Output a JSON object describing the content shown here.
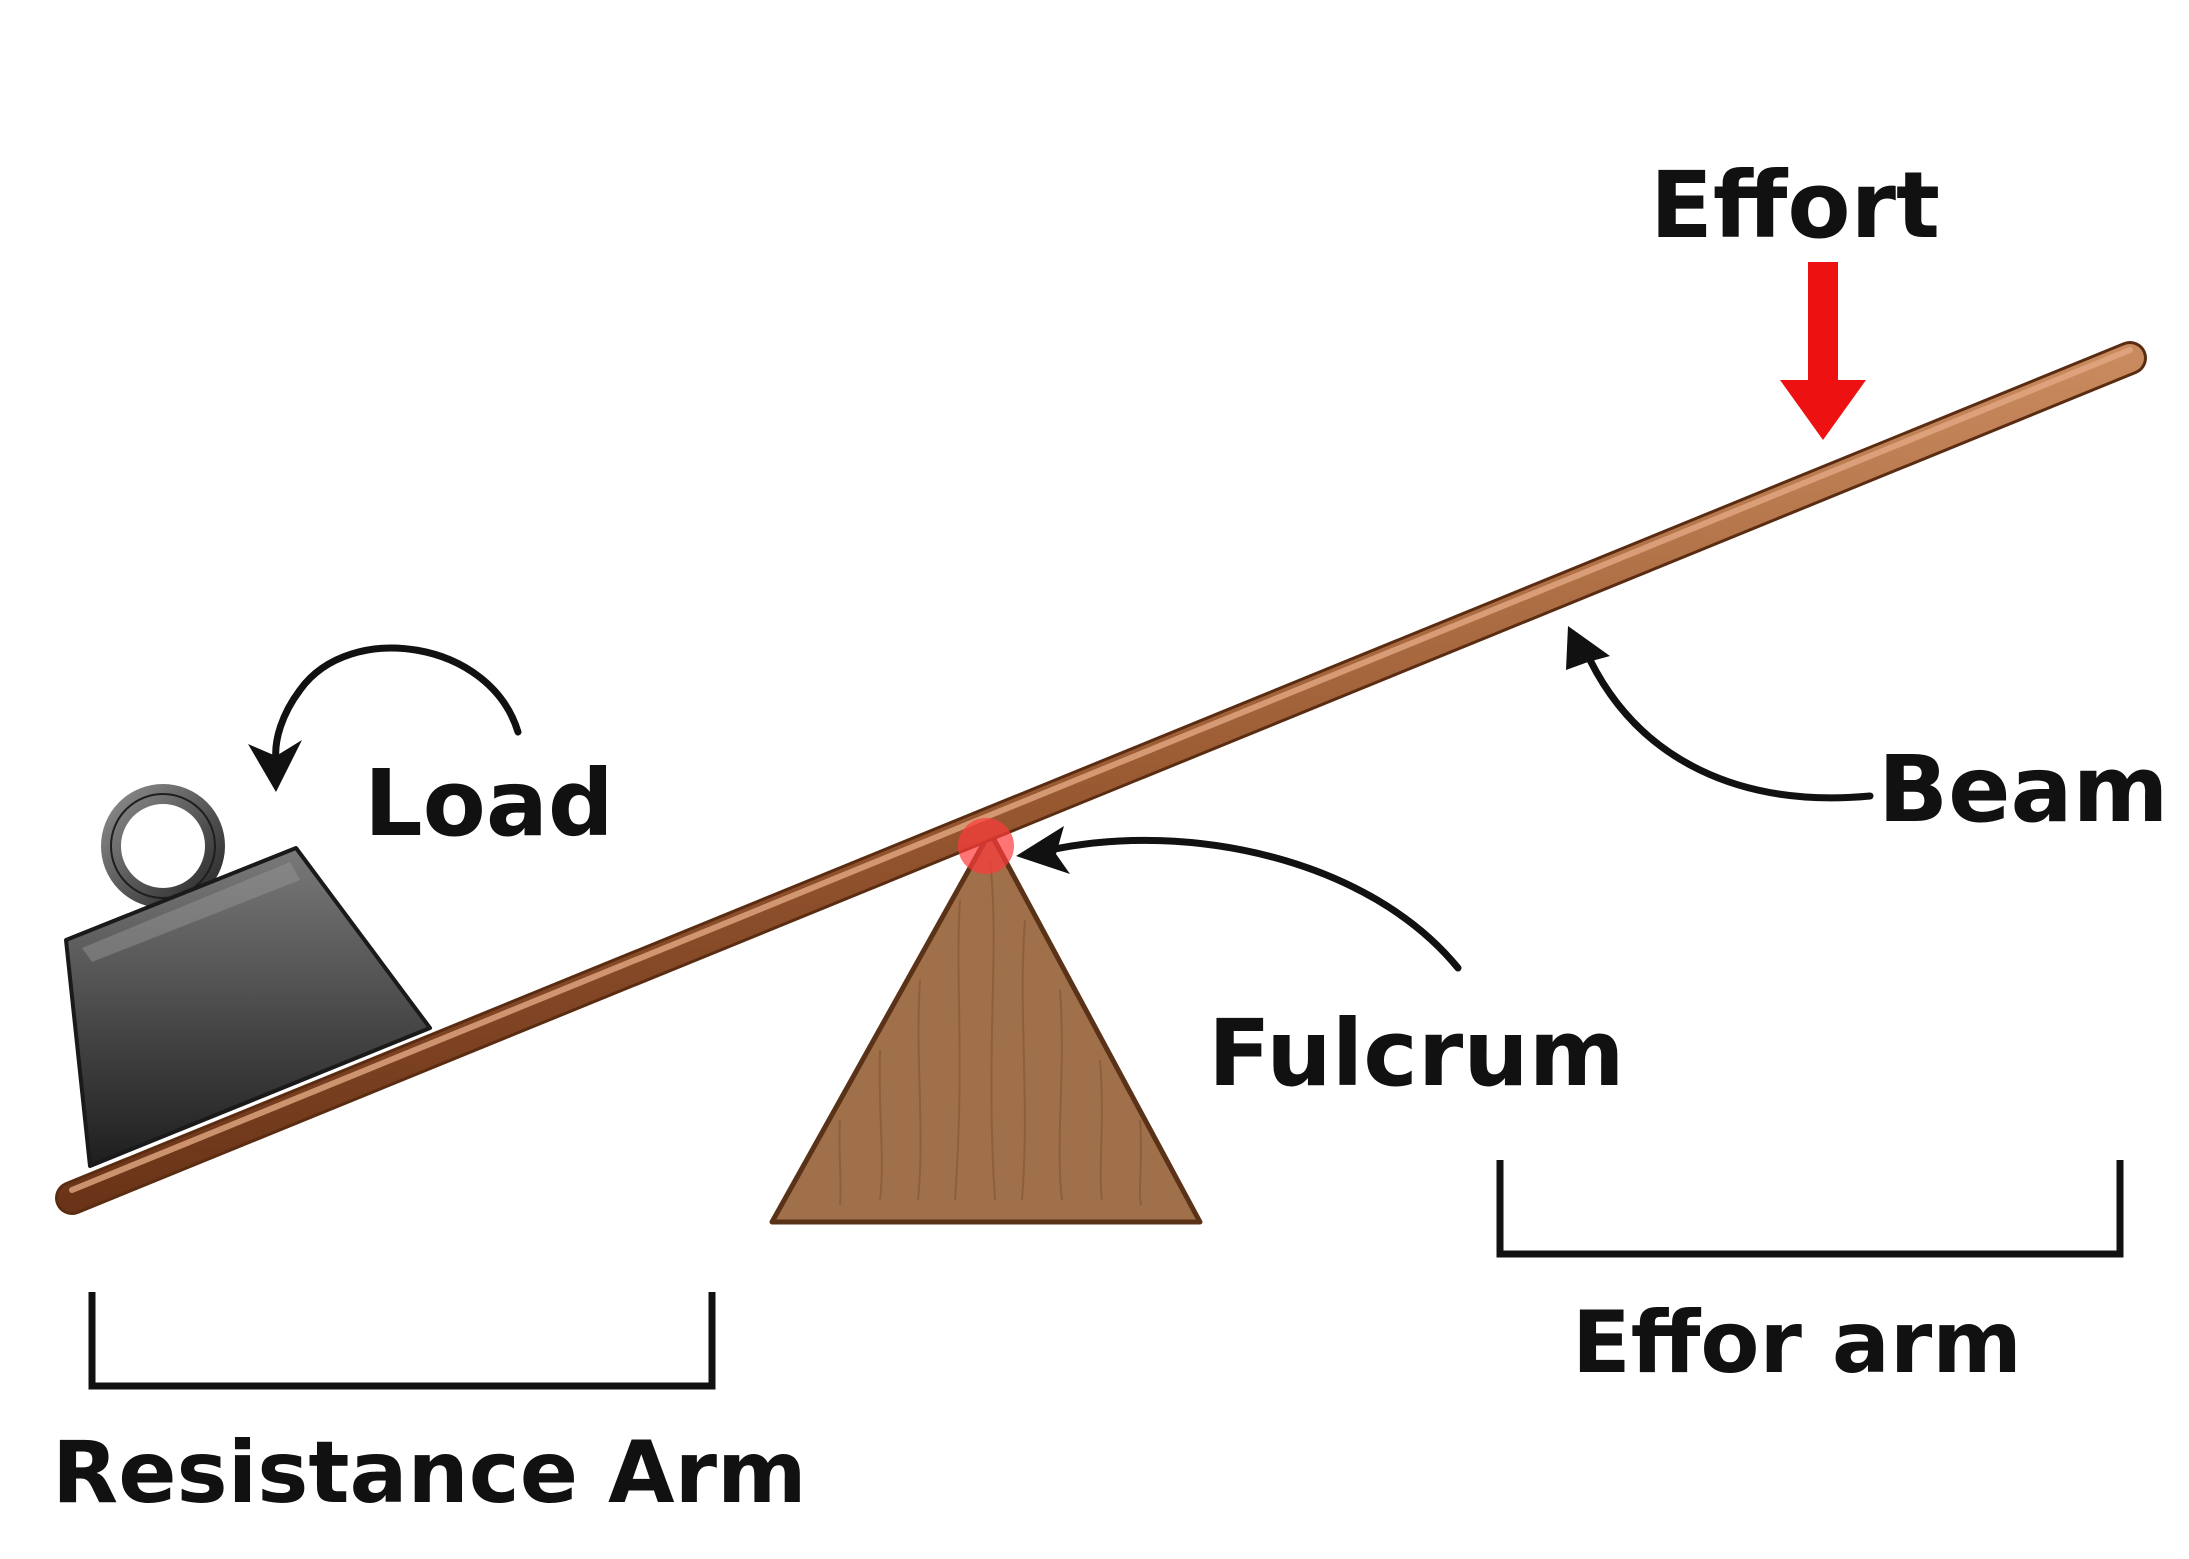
{
  "labels": {
    "effort": "Effort",
    "load": "Load",
    "beam": "Beam",
    "fulcrum": "Fulcrum",
    "effort_arm": "Effor arm",
    "resistance_arm": "Resistance Arm"
  },
  "colors": {
    "beam_light": "#c98a5e",
    "beam_dark": "#6b3418",
    "fulcrum_fill": "#a0704a",
    "fulcrum_stroke": "#5a3218",
    "effort_arrow": "#ee1111",
    "pivot_dot": "#ff3b3b",
    "weight_dark": "#2a2a2a",
    "weight_light": "#6d6d6d",
    "ink": "#111111"
  },
  "icons": {
    "load": "weight-icon",
    "effort": "down-arrow-icon",
    "pointer": "curved-arrow-icon"
  }
}
